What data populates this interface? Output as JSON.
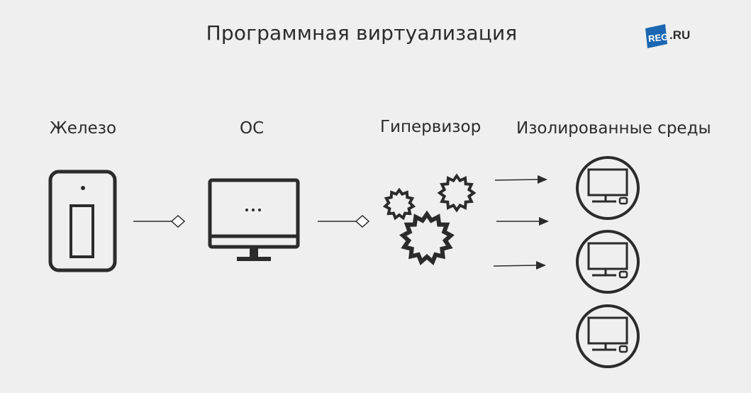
{
  "title": "Программная виртуализация",
  "logo": {
    "text": "REG.RU",
    "reg": "REG",
    "ru": ".RU",
    "brand_color": "#1b66b1"
  },
  "stages": {
    "hardware": "Железо",
    "os": "ОС",
    "hypervisor": "Гипервизор",
    "isolated": "Изолированные среды"
  },
  "colors": {
    "stroke": "#2b2b2b",
    "background": "#efefef"
  },
  "icons": {
    "hardware": "server-icon",
    "os": "monitor-icon",
    "hypervisor": "gears-icon",
    "isolated": "computer-circle-icon"
  }
}
